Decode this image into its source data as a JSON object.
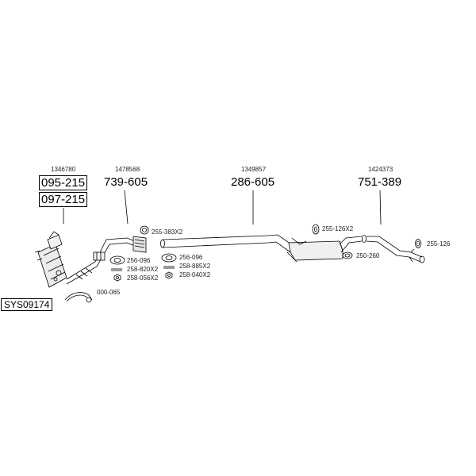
{
  "refs": {
    "r1346780": "1346780",
    "r1478568": "1478568",
    "r1349857": "1349857",
    "r1424373": "1424373"
  },
  "parts": {
    "p095_215": "095-215",
    "p097_215": "097-215",
    "p739_605": "739-605",
    "p286_605": "286-605",
    "p751_389": "751-389"
  },
  "small_parts": {
    "s255_383X2": "255-383X2",
    "s256_096_a": "256-096",
    "s258_820X2": "258-820X2",
    "s258_056X2": "258-056X2",
    "s256_096_b": "256-096",
    "s258_885X2": "258-885X2",
    "s258_040X2": "258-040X2",
    "s000_065": "000-065",
    "s255_126X2": "255-126X2",
    "s250_260": "250-260",
    "s255_126": "255-126"
  },
  "system_code": "SYS09174"
}
